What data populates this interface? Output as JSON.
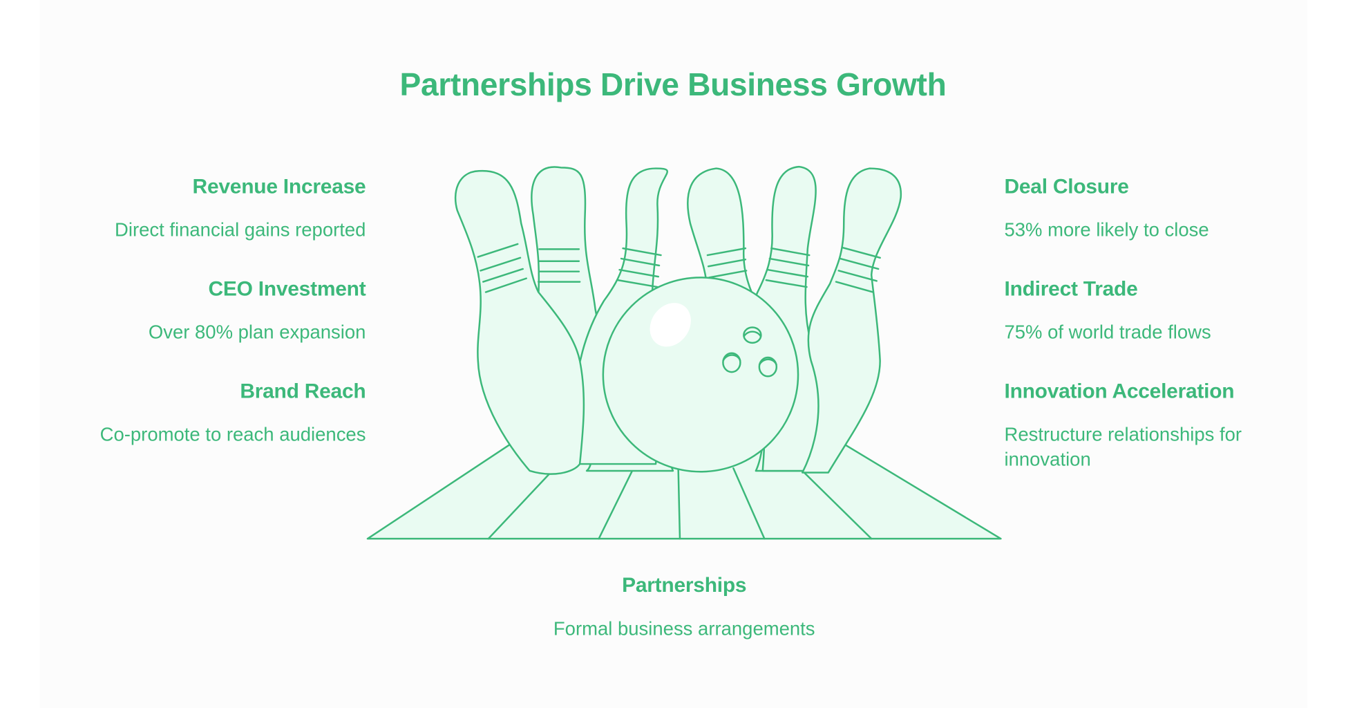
{
  "title": "Partnerships Drive Business Growth",
  "colors": {
    "accent": "#3cb87a",
    "fill": "#e9fbf2",
    "highlight": "#ffffff",
    "panel": "#fcfcfc"
  },
  "left_items": [
    {
      "head": "Revenue Increase",
      "desc": "Direct financial gains reported"
    },
    {
      "head": "CEO Investment",
      "desc": "Over 80% plan expansion"
    },
    {
      "head": "Brand Reach",
      "desc": "Co-promote to reach audiences"
    }
  ],
  "right_items": [
    {
      "head": "Deal Closure",
      "desc": "53% more likely to close"
    },
    {
      "head": "Indirect Trade",
      "desc": "75% of world trade flows"
    },
    {
      "head": "Innovation Acceleration",
      "desc": "Restructure relationships for innovation"
    }
  ],
  "bottom_item": {
    "head": "Partnerships",
    "desc": "Formal business arrangements"
  },
  "illustration": {
    "icon": "bowling-pins-and-ball-icon",
    "pins": 6,
    "lane_segments": 6
  }
}
